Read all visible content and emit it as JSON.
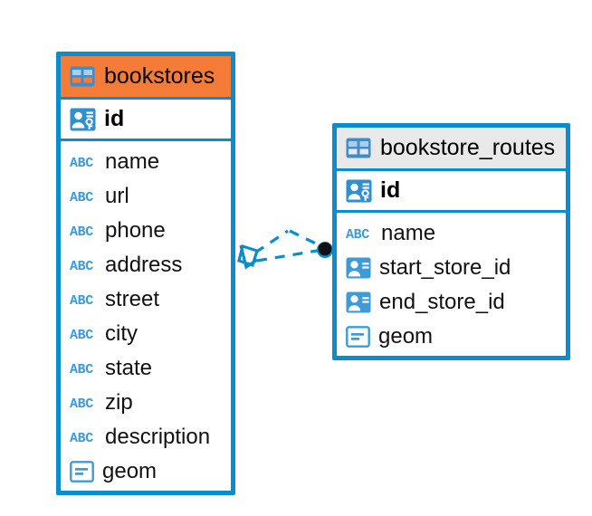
{
  "diagram": {
    "title": "database-er-diagram",
    "background_color": "#ffffff",
    "accent_color": "#0b8ccd",
    "highlight_color": "#f57c38",
    "header_gray": "#e9e9e9"
  },
  "tables": [
    {
      "name": "bookstores",
      "header_style": "accent-orange",
      "table_icon": "table-icon",
      "primary_key": {
        "label": "id",
        "icon": "primary-key-icon"
      },
      "fields": [
        {
          "label": "name",
          "icon": "text-type-icon"
        },
        {
          "label": "url",
          "icon": "text-type-icon"
        },
        {
          "label": "phone",
          "icon": "text-type-icon"
        },
        {
          "label": "address",
          "icon": "text-type-icon"
        },
        {
          "label": "street",
          "icon": "text-type-icon"
        },
        {
          "label": "city",
          "icon": "text-type-icon"
        },
        {
          "label": "state",
          "icon": "text-type-icon"
        },
        {
          "label": "zip",
          "icon": "text-type-icon"
        },
        {
          "label": "description",
          "icon": "text-type-icon"
        },
        {
          "label": "geom",
          "icon": "geometry-type-icon"
        }
      ]
    },
    {
      "name": "bookstore_routes",
      "header_style": "accent-gray",
      "table_icon": "table-icon",
      "primary_key": {
        "label": "id",
        "icon": "primary-key-icon"
      },
      "fields": [
        {
          "label": "name",
          "icon": "text-type-icon"
        },
        {
          "label": "start_store_id",
          "icon": "foreign-key-icon"
        },
        {
          "label": "end_store_id",
          "icon": "foreign-key-icon"
        },
        {
          "label": "geom",
          "icon": "geometry-type-icon"
        }
      ]
    }
  ],
  "relationship": {
    "source_table": "bookstores",
    "target_table": "bookstore_routes",
    "line_style": "dashed",
    "line_color": "#0b8ccd",
    "source_marker": "crows-foot-marker",
    "target_marker": "filled-dot-marker"
  }
}
